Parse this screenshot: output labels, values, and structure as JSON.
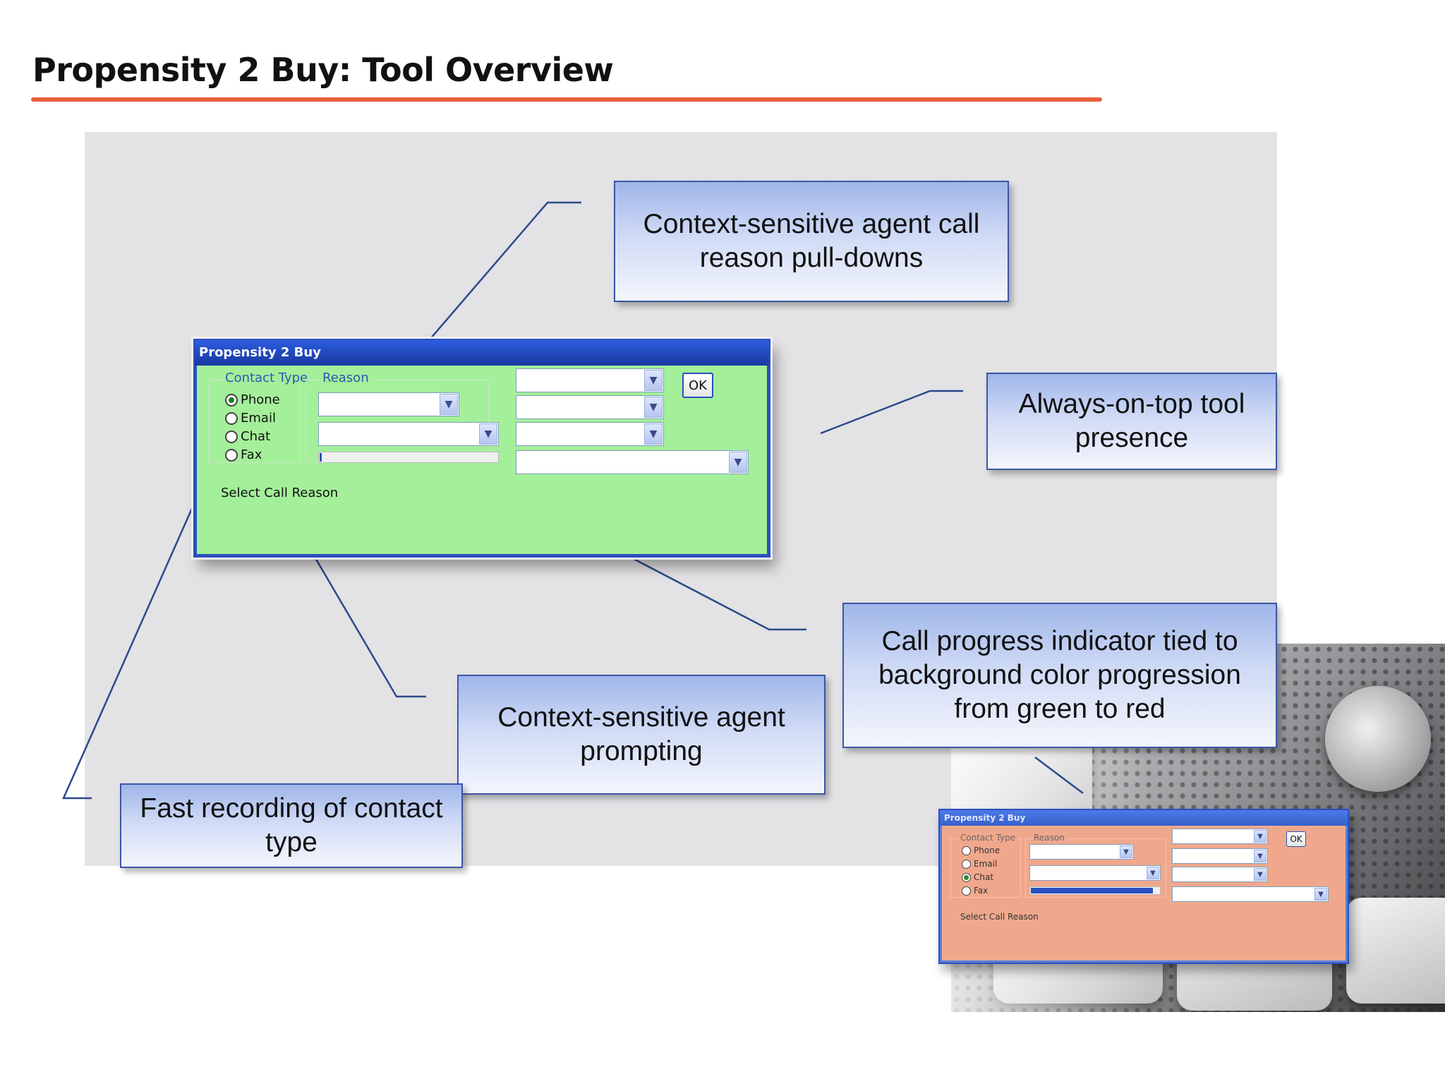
{
  "slide": {
    "title": "Propensity 2 Buy: Tool Overview",
    "accent_color": "#e8603a"
  },
  "callouts": {
    "pulldowns": "Context-sensitive agent call reason pull-downs",
    "always_on_top": "Always-on-top tool presence",
    "progress": "Call progress indicator tied to background color progression from green to red",
    "prompting": "Context-sensitive agent prompting",
    "contact_type": "Fast recording of contact type"
  },
  "app_main": {
    "title": "Propensity 2 Buy",
    "background_color": "#a4ef9a",
    "contact_type_label": "Contact Type",
    "reason_label": "Reason",
    "contact_options": [
      "Phone",
      "Email",
      "Chat",
      "Fax"
    ],
    "selected_contact": "Phone",
    "progress": 0.02,
    "ok_label": "OK",
    "status_text": "Select Call Reason"
  },
  "app_small": {
    "title": "Propensity 2 Buy",
    "background_color": "#f0a88c",
    "contact_type_label": "Contact Type",
    "reason_label": "Reason",
    "contact_options": [
      "Phone",
      "Email",
      "Chat",
      "Fax"
    ],
    "selected_contact": "Chat",
    "progress": 0.95,
    "ok_label": "OK",
    "status_text": "Select Call Reason"
  },
  "icons": {
    "combo_arrow": "chevron-down-icon",
    "radio": "radio-icon"
  }
}
